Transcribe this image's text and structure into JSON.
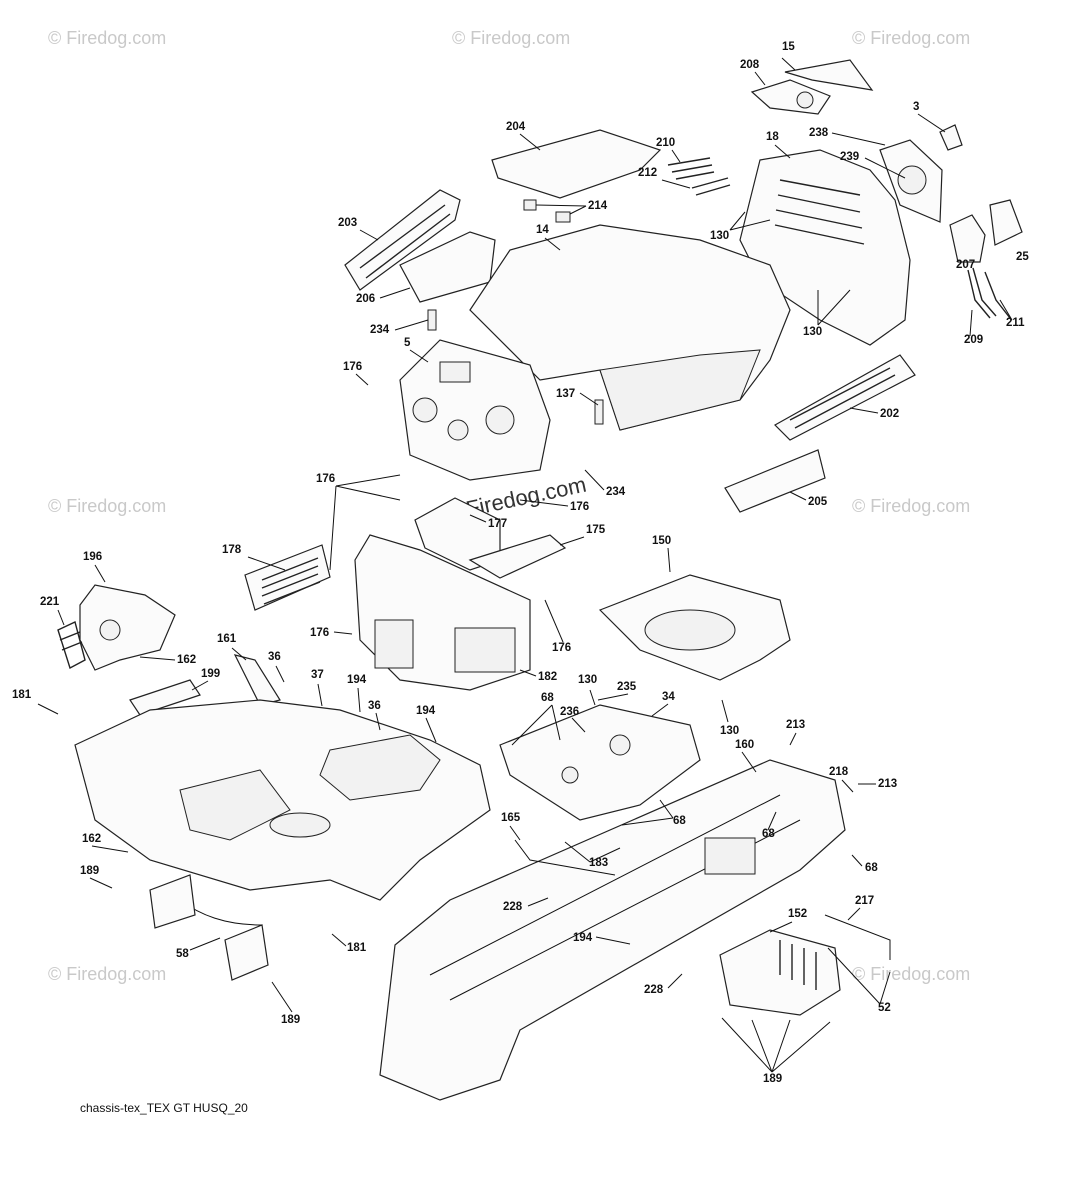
{
  "watermark": "© Firedog.com",
  "center_watermark": "©Firedog.com",
  "caption": "chassis-tex_TEX GT HUSQ_20",
  "callouts": [
    {
      "id": "c15",
      "text": "15"
    },
    {
      "id": "c208",
      "text": "208"
    },
    {
      "id": "c3",
      "text": "3"
    },
    {
      "id": "c238",
      "text": "238"
    },
    {
      "id": "c239",
      "text": "239"
    },
    {
      "id": "c18",
      "text": "18"
    },
    {
      "id": "c204",
      "text": "204"
    },
    {
      "id": "c210",
      "text": "210"
    },
    {
      "id": "c212",
      "text": "212"
    },
    {
      "id": "c214",
      "text": "214"
    },
    {
      "id": "c203",
      "text": "203"
    },
    {
      "id": "c14",
      "text": "14"
    },
    {
      "id": "c130a",
      "text": "130"
    },
    {
      "id": "c207",
      "text": "207"
    },
    {
      "id": "c25",
      "text": "25"
    },
    {
      "id": "c206",
      "text": "206"
    },
    {
      "id": "c234a",
      "text": "234"
    },
    {
      "id": "c130b",
      "text": "130"
    },
    {
      "id": "c209",
      "text": "209"
    },
    {
      "id": "c211",
      "text": "211"
    },
    {
      "id": "c5",
      "text": "5"
    },
    {
      "id": "c176a",
      "text": "176"
    },
    {
      "id": "c137",
      "text": "137"
    },
    {
      "id": "c202",
      "text": "202"
    },
    {
      "id": "c234b",
      "text": "234"
    },
    {
      "id": "c176b",
      "text": "176"
    },
    {
      "id": "c176c",
      "text": "176"
    },
    {
      "id": "c177",
      "text": "177"
    },
    {
      "id": "c205",
      "text": "205"
    },
    {
      "id": "c175",
      "text": "175"
    },
    {
      "id": "c178",
      "text": "178"
    },
    {
      "id": "c150",
      "text": "150"
    },
    {
      "id": "c196",
      "text": "196"
    },
    {
      "id": "c221",
      "text": "221"
    },
    {
      "id": "c161",
      "text": "161"
    },
    {
      "id": "c176d",
      "text": "176"
    },
    {
      "id": "c176e",
      "text": "176"
    },
    {
      "id": "c162a",
      "text": "162"
    },
    {
      "id": "c36a",
      "text": "36"
    },
    {
      "id": "c199",
      "text": "199"
    },
    {
      "id": "c37",
      "text": "37"
    },
    {
      "id": "c182",
      "text": "182"
    },
    {
      "id": "c130c",
      "text": "130"
    },
    {
      "id": "c181a",
      "text": "181"
    },
    {
      "id": "c194a",
      "text": "194"
    },
    {
      "id": "c235",
      "text": "235"
    },
    {
      "id": "c68a",
      "text": "68"
    },
    {
      "id": "c34",
      "text": "34"
    },
    {
      "id": "c36b",
      "text": "36"
    },
    {
      "id": "c194b",
      "text": "194"
    },
    {
      "id": "c236",
      "text": "236"
    },
    {
      "id": "c130d",
      "text": "130"
    },
    {
      "id": "c213a",
      "text": "213"
    },
    {
      "id": "c160",
      "text": "160"
    },
    {
      "id": "c218",
      "text": "218"
    },
    {
      "id": "c213b",
      "text": "213"
    },
    {
      "id": "c68b",
      "text": "68"
    },
    {
      "id": "c68c",
      "text": "68"
    },
    {
      "id": "c162b",
      "text": "162"
    },
    {
      "id": "c165",
      "text": "165"
    },
    {
      "id": "c183",
      "text": "183"
    },
    {
      "id": "c68d",
      "text": "68"
    },
    {
      "id": "c189a",
      "text": "189"
    },
    {
      "id": "c228a",
      "text": "228"
    },
    {
      "id": "c217",
      "text": "217"
    },
    {
      "id": "c152",
      "text": "152"
    },
    {
      "id": "c58",
      "text": "58"
    },
    {
      "id": "c181b",
      "text": "181"
    },
    {
      "id": "c194c",
      "text": "194"
    },
    {
      "id": "c228b",
      "text": "228"
    },
    {
      "id": "c52",
      "text": "52"
    },
    {
      "id": "c189b",
      "text": "189"
    },
    {
      "id": "c189c",
      "text": "189"
    }
  ]
}
